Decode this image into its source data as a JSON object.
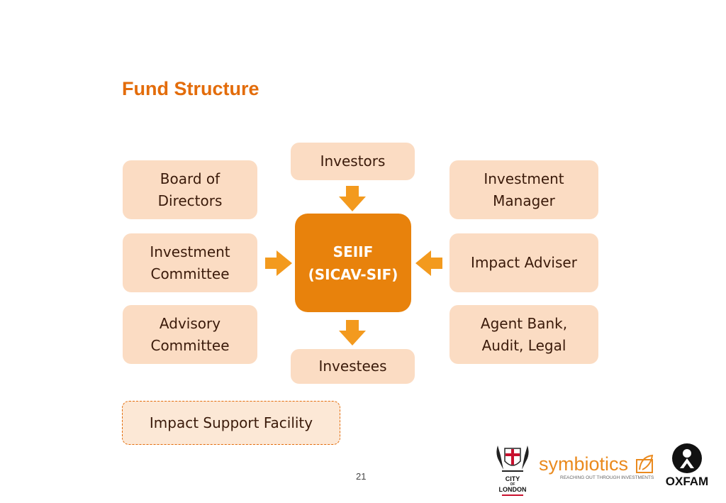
{
  "title": "Fund Structure",
  "center": "SEIIF\n(SICAV-SIF)",
  "left_boxes": [
    "Board of\nDirectors",
    "Investment\nCommittee",
    "Advisory\nCommittee"
  ],
  "right_boxes": [
    "Investment\nManager",
    "Impact   Adviser",
    "Agent Bank,\nAudit, Legal"
  ],
  "top_box": "Investors",
  "bottom_box": "Investees",
  "support_box": "Impact Support Facility",
  "page_number": "21",
  "logos": {
    "city_of_london": {
      "line1": "CITY",
      "line2": "OF",
      "line3": "LONDON"
    },
    "symbiotics": {
      "name": "symbiotics",
      "tagline": "REACHING OUT THROUGH INVESTMENTS"
    },
    "oxfam": {
      "name": "OXFAM"
    }
  },
  "colors": {
    "title": "#e36c0a",
    "box_fill": "#fbdcc3",
    "center_fill": "#e8820c",
    "arrow": "#f39a1e"
  }
}
